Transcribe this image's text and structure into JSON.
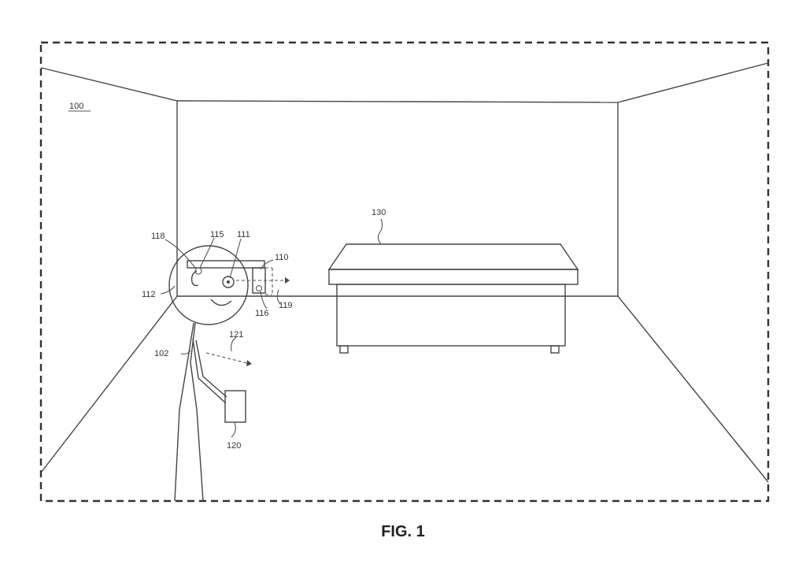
{
  "figure": {
    "caption": "FIG. 1",
    "labels": {
      "room": "100",
      "user": "102",
      "hmd": "110",
      "eye": "111",
      "head": "112",
      "sensor_115": "115",
      "sensor_116": "116",
      "ear": "118",
      "gaze_vector": "119",
      "controller": "120",
      "pointing_vector": "121",
      "table": "130"
    }
  }
}
